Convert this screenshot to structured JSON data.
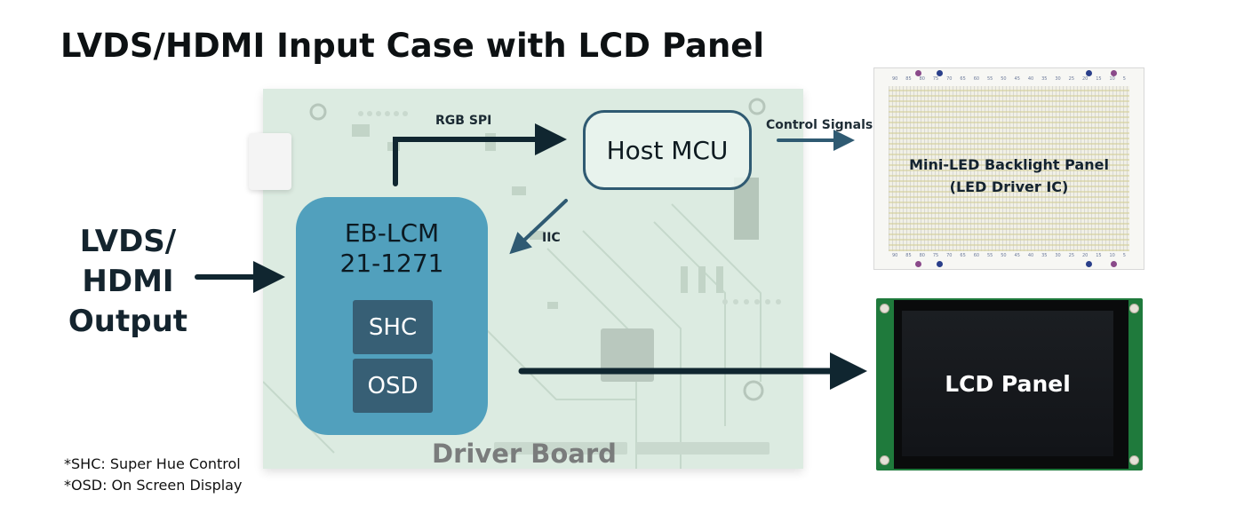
{
  "title": "LVDS/HDMI Input Case with LCD Panel",
  "input": {
    "lines": [
      "LVDS/",
      "HDMI",
      "Output"
    ]
  },
  "driver_board": {
    "label": "Driver Board",
    "chip": {
      "name_line1": "EB-LCM",
      "name_line2": "21-1271",
      "blocks": [
        "SHC",
        "OSD"
      ],
      "color": "#51a0bd",
      "block_color": "#375f75"
    },
    "host_mcu": {
      "label": "Host MCU",
      "border_color": "#2f5a72"
    }
  },
  "connections": {
    "rgb_spi": "RGB SPI",
    "iic": "IIC",
    "control_signals": "Control Signals"
  },
  "outputs": {
    "miniled": {
      "line1": "Mini-LED Backlight Panel",
      "line2": "(LED Driver IC)",
      "ruler_labels": [
        "90",
        "85",
        "80",
        "75",
        "70",
        "65",
        "60",
        "55",
        "50",
        "45",
        "40",
        "35",
        "30",
        "25",
        "20",
        "15",
        "10",
        "5"
      ]
    },
    "lcd": {
      "label": "LCD Panel"
    }
  },
  "footnotes": [
    "*SHC: Super Hue Control",
    "*OSD: On Screen Display"
  ]
}
